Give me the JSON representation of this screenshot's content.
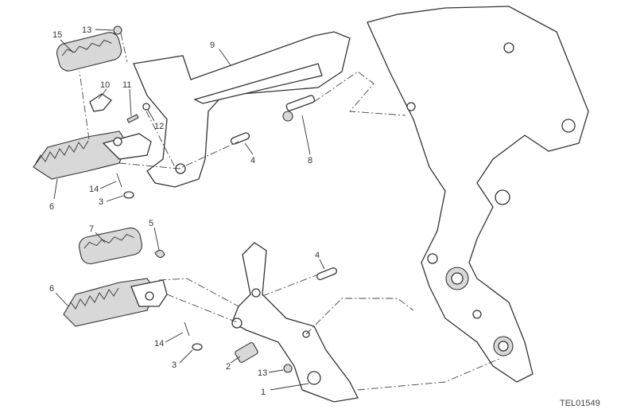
{
  "diagram": {
    "drawing_code": "TEL01549",
    "callouts": [
      "15",
      "13",
      "9",
      "10",
      "11",
      "12",
      "4",
      "8",
      "6",
      "14",
      "3",
      "7",
      "5",
      "6",
      "4",
      "14",
      "3",
      "13",
      "2",
      "1"
    ]
  }
}
